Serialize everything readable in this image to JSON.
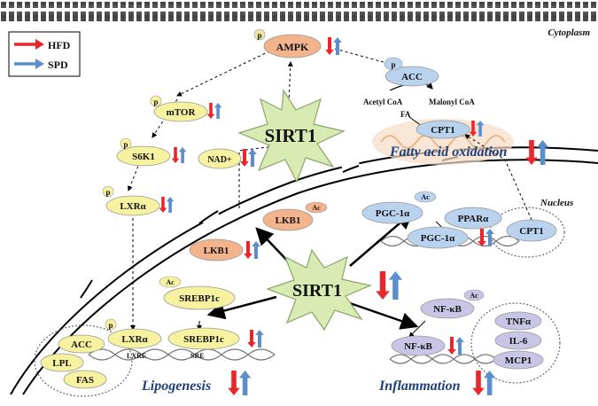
{
  "header": {
    "cytoplasm_label": "Cytoplasm",
    "nucleus_label": "Nucleus"
  },
  "legend": {
    "hfd": "HFD",
    "spd": "SPD",
    "hfd_color": "#e8262b",
    "spd_color": "#5a8fcc"
  },
  "colors": {
    "yellow": "#f7f2a0",
    "orange": "#f3b48c",
    "blue": "#b9d2ee",
    "purple": "#c9c5e6",
    "star": "#d9ebb2",
    "text_blue": "#1f3f7a"
  },
  "nodes": {
    "ampk": "AMPK",
    "acc_top": "ACC",
    "acetyl_coa": "Acetyl CoA",
    "malonyl_coa": "Malonyl CoA",
    "fa": "FA",
    "cpt1_mito": "CPT1",
    "fatty_acid_oxidation": "Fatty acid oxidation",
    "mtor": "mTOR",
    "s6k1": "S6K1",
    "lxra_cyto": "LXRα",
    "nad": "NAD+",
    "sirt1_top": "SIRT1",
    "sirt1_center": "SIRT1",
    "lkb1_ac": "LKB1",
    "lkb1": "LKB1",
    "pgc1a_ac": "PGC-1α",
    "ppara": "PPARα",
    "pgc1a": "PGC-1α",
    "cpt1_nuc": "CPT1",
    "srebp1c_ac": "SREBP1c",
    "lxra_nuc": "LXRα",
    "srebp1c": "SREBP1c",
    "lxre": "LXRE",
    "sre": "SRE",
    "acc": "ACC",
    "lpl": "LPL",
    "fas": "FAS",
    "nfkb_ac": "NF-κB",
    "nfkb": "NF-κB",
    "tnfa": "TNFα",
    "il6": "IL-6",
    "mcp1": "MCP1",
    "lipogenesis": "Lipogenesis",
    "inflammation": "Inflammation"
  },
  "markers": {
    "p": "p",
    "ac": "Ac"
  }
}
